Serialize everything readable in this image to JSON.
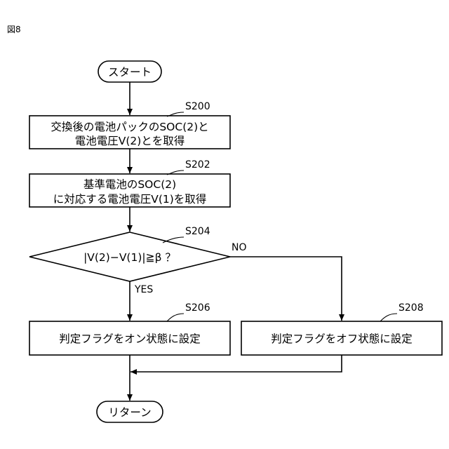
{
  "figure_label": "図8",
  "nodes": {
    "start": "スタート",
    "s200": {
      "step": "S200",
      "lines": [
        "交換後の電池パックのSOC(2)と",
        "電池電圧V(2)とを取得"
      ]
    },
    "s202": {
      "step": "S202",
      "lines": [
        "基準電池のSOC(2)",
        "に対応する電池電圧V(1)を取得"
      ]
    },
    "s204": {
      "step": "S204",
      "text": "|V(2)−V(1)|≧β ？"
    },
    "s206": {
      "step": "S206",
      "text": "判定フラグをオン状態に設定"
    },
    "s208": {
      "step": "S208",
      "text": "判定フラグをオフ状態に設定"
    },
    "end": "リターン"
  },
  "edge_labels": {
    "yes": "YES",
    "no": "NO"
  }
}
